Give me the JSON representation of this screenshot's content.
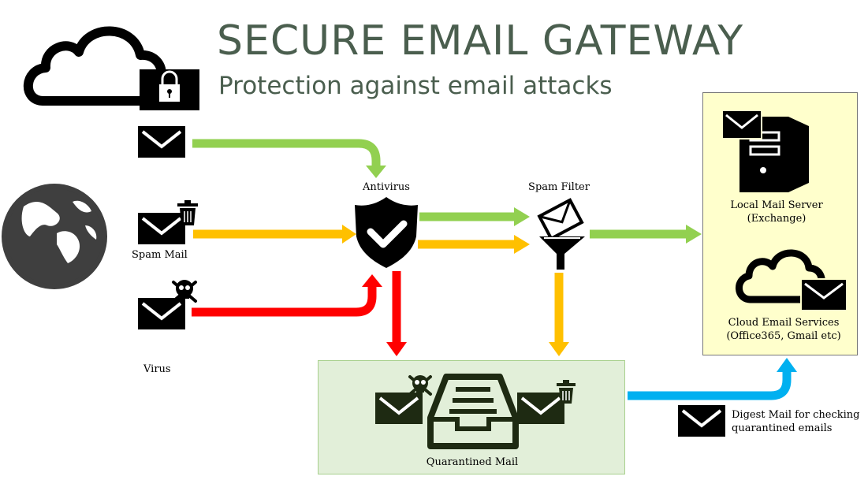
{
  "header": {
    "title": "SECURE EMAIL GATEWAY",
    "subtitle": "Protection against email attacks"
  },
  "nodes": {
    "spam_mail_label": "Spam Mail",
    "virus_label": "Virus",
    "antivirus_label": "Antivirus",
    "spam_filter_label": "Spam Filter",
    "local_mail_server_line1": "Local Mail Server",
    "local_mail_server_line2": "(Exchange)",
    "cloud_email_line1": "Cloud Email Services",
    "cloud_email_line2": "(Office365, Gmail etc)",
    "quarantined_label": "Quarantined Mail",
    "digest_line1": "Digest Mail for checking",
    "digest_line2": "quarantined emails"
  },
  "colors": {
    "clean": "#92d050",
    "spam": "#ffc000",
    "virus": "#ff0000",
    "digest": "#00b0f0",
    "title": "#4a5e4e",
    "server_box": "#ffffcc",
    "quarantine_box": "#e2efd9"
  }
}
